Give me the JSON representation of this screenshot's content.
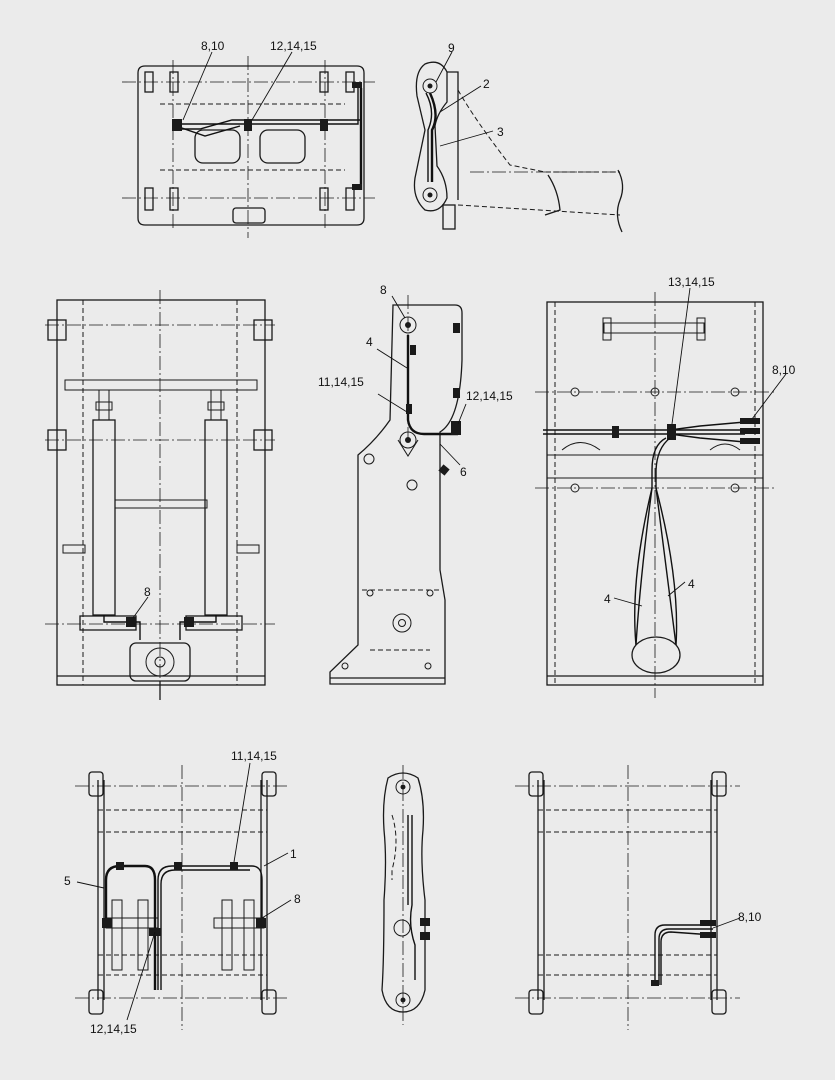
{
  "callouts": {
    "v1_a": "8,10",
    "v1_b": "12,14,15",
    "v2_a": "9",
    "v2_b": "2",
    "v2_c": "3",
    "v3_a": "8",
    "v4_a": "8",
    "v4_b": "4",
    "v4_c": "11,14,15",
    "v4_d": "12,14,15",
    "v4_e": "6",
    "v5_a": "13,14,15",
    "v5_b": "8,10",
    "v5_c": "4",
    "v5_d": "4",
    "v6_a": "11,14,15",
    "v6_b": "1",
    "v6_c": "5",
    "v6_d": "8",
    "v6_e": "12,14,15",
    "v8_a": "8,10"
  }
}
